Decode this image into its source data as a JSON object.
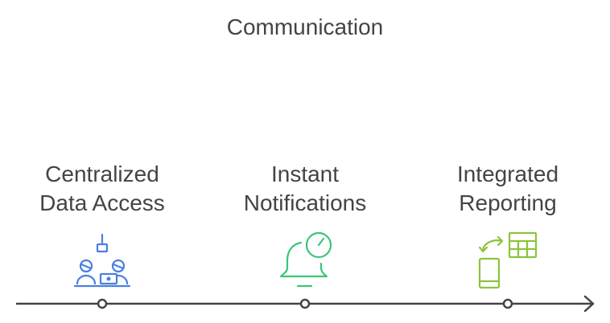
{
  "title": "Communication",
  "colors": {
    "text": "#444444",
    "line": "#444444",
    "blue": "#4a7fe0",
    "green": "#3cc47c",
    "olive": "#8cc43c"
  },
  "steps": [
    {
      "line1": "Centralized",
      "line2": "Data Access",
      "icon": "team-computer-icon"
    },
    {
      "line1": "Instant",
      "line2": "Notifications",
      "icon": "bell-clock-icon"
    },
    {
      "line1": "Integrated",
      "line2": "Reporting",
      "icon": "phone-table-sync-icon"
    }
  ]
}
